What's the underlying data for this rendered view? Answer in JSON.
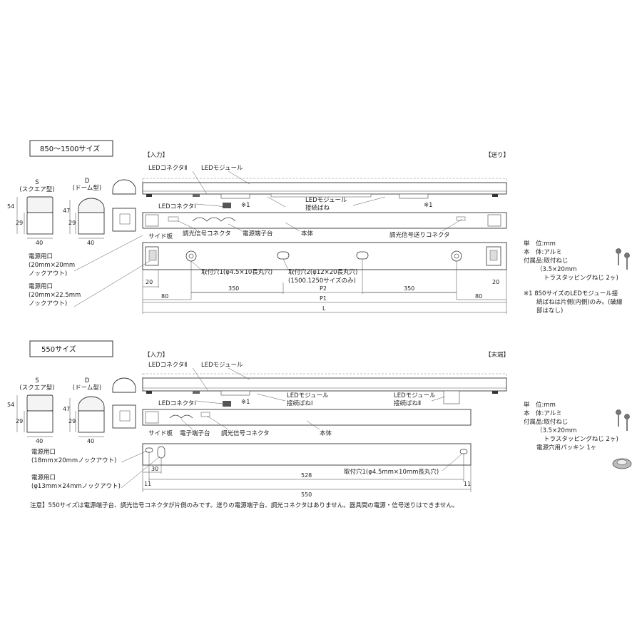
{
  "top": {
    "title": "850〜1500サイズ",
    "input_tag": "【入力】",
    "output_tag": "【送り】",
    "s_label": "S",
    "s_sub": "(スクエア型)",
    "d_label": "D",
    "d_sub": "(ドーム型)",
    "dim_54": "54",
    "dim_29_s": "29",
    "dim_40_s": "40",
    "dim_47": "47",
    "dim_29_d": "29",
    "dim_40_d": "40",
    "led_conn2": "LEDコネクタⅡ",
    "led_module": "LEDモジュール",
    "led_conn1": "LEDコネクタⅠ",
    "spring_label1": "LEDモジュール",
    "spring_label2": "接続ばね",
    "note1a": "※1",
    "note1b": "※1",
    "side_plate": "サイド板",
    "dim_signal": "調光信号コネクタ",
    "terminal": "電源端子台",
    "body": "本体",
    "send_signal": "調光信号送りコネクタ",
    "power1_l1": "電源用口",
    "power1_l2": "(20mm×20mm",
    "power1_l3": "ノックアウト)",
    "power2_l1": "電源用口",
    "power2_l2": "(20mm×22.5mm",
    "power2_l3": "ノックアウト)",
    "hole1": "取付穴1(φ4.5×10長丸穴)",
    "hole2": "取付穴2(φ12×20長丸穴)",
    "hole2_note": "(1500.1250サイズのみ)",
    "d20a": "20",
    "d20b": "20",
    "d350a": "350",
    "d350b": "350",
    "d80a": "80",
    "d80b": "80",
    "p2": "P2",
    "p1": "P1",
    "l": "L",
    "spec1": "単　位:mm",
    "spec2": "本　体:アルミ",
    "spec3": "付属品:取付ねじ",
    "spec4": "（3.5×20mm",
    "spec5": "トラスタッピングねじ 2ヶ)",
    "fn1": "※1  850サイズのLEDモジュール接",
    "fn2": "続ばねは片側(内側)のみ。(破線",
    "fn3": "部はなし)"
  },
  "bottom": {
    "title": "550サイズ",
    "input_tag": "【入力】",
    "output_tag": "【末端】",
    "s_label": "S",
    "s_sub": "(スクエア型)",
    "d_label": "D",
    "d_sub": "(ドーム型)",
    "dim_54": "54",
    "dim_29_s": "29",
    "dim_40_s": "40",
    "dim_47": "47",
    "dim_29_d": "29",
    "dim_40_d": "40",
    "led_conn2": "LEDコネクタⅡ",
    "led_module": "LEDモジュール",
    "led_conn1": "LEDコネクタⅠ",
    "note1": "※1",
    "spring1_l1": "LEDモジュール",
    "spring1_l2": "接続ばねⅠ",
    "spring2_l1": "LEDモジュール",
    "spring2_l2": "接続ばねⅡ",
    "side_plate": "サイド板",
    "terminal": "電子端子台",
    "dim_signal": "調光信号コネクタ",
    "body": "本体",
    "power1_l1": "電源用口",
    "power1_l2": "(18mm×20mmノックアウト)",
    "power2_l1": "電源用口",
    "power2_l2": "(φ13mm×24mmノックアウト)",
    "hole1": "取付穴1(φ4.5mm×10mm長丸穴)",
    "d30": "30",
    "d528": "528",
    "d11a": "11",
    "d11b": "11",
    "d550": "550",
    "spec1": "単　位:mm",
    "spec2": "本　体:アルミ",
    "spec3": "付属品:取付ねじ",
    "spec4": "（3.5×20mm",
    "spec5": "トラスタッピングねじ 2ヶ)",
    "spec6": "電源穴用パッキン  1ヶ"
  },
  "notice": "注意】550サイズは電源端子台、調光信号コネクタが片側のみです。送りの電源端子台、調光コネクタはありません。器具間の電源・信号送りはできません。"
}
